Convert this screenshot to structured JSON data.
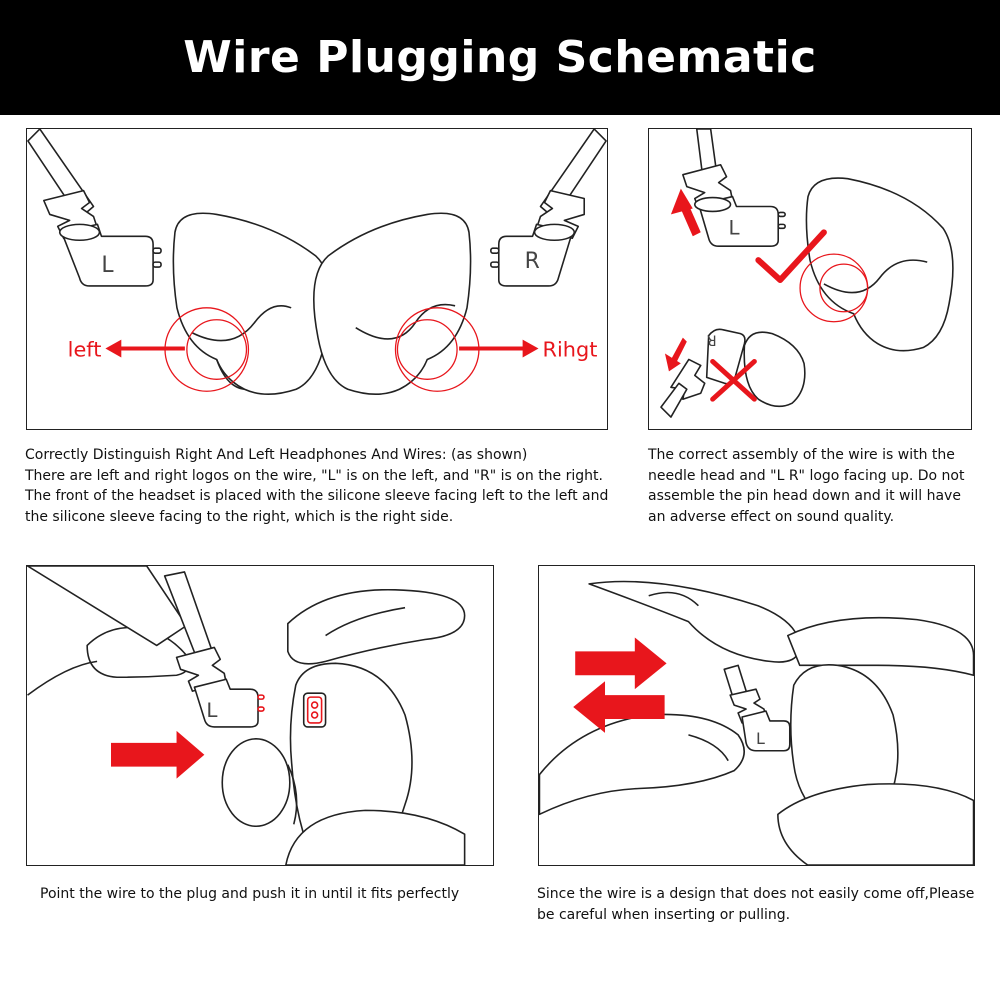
{
  "title": "Wire Plugging Schematic",
  "colors": {
    "title_bg": "#000000",
    "title_text": "#ffffff",
    "accent_red": "#e8161c",
    "line": "#222222"
  },
  "panel1": {
    "left_label": "left",
    "right_label": "Rihgt",
    "plug_left_letter": "L",
    "plug_right_letter": "R",
    "caption": [
      "Correctly Distinguish Right And Left Headphones And Wires: (as shown)",
      "There are left and right logos on the wire, \"L\" is on the left, and \"R\" is on the right.",
      "The front of the headset is placed with the silicone sleeve facing left to the left and",
      "the silicone sleeve facing to the right, which is the right side."
    ]
  },
  "panel2": {
    "plug_letter": "L",
    "wrong_plug_letter": "R",
    "caption": [
      "The correct assembly of the wire is with the",
      "needle head and \"L R\" logo facing up. Do not",
      "assemble the pin head down and it will have",
      "an adverse effect on sound quality."
    ]
  },
  "panel3": {
    "plug_letter": "L",
    "caption": [
      "Point the wire to the plug and push it in until it fits perfectly"
    ]
  },
  "panel4": {
    "plug_letter": "L",
    "caption": [
      "Since the wire is a design that does not easily come off,Please",
      "be careful when inserting or pulling."
    ]
  }
}
